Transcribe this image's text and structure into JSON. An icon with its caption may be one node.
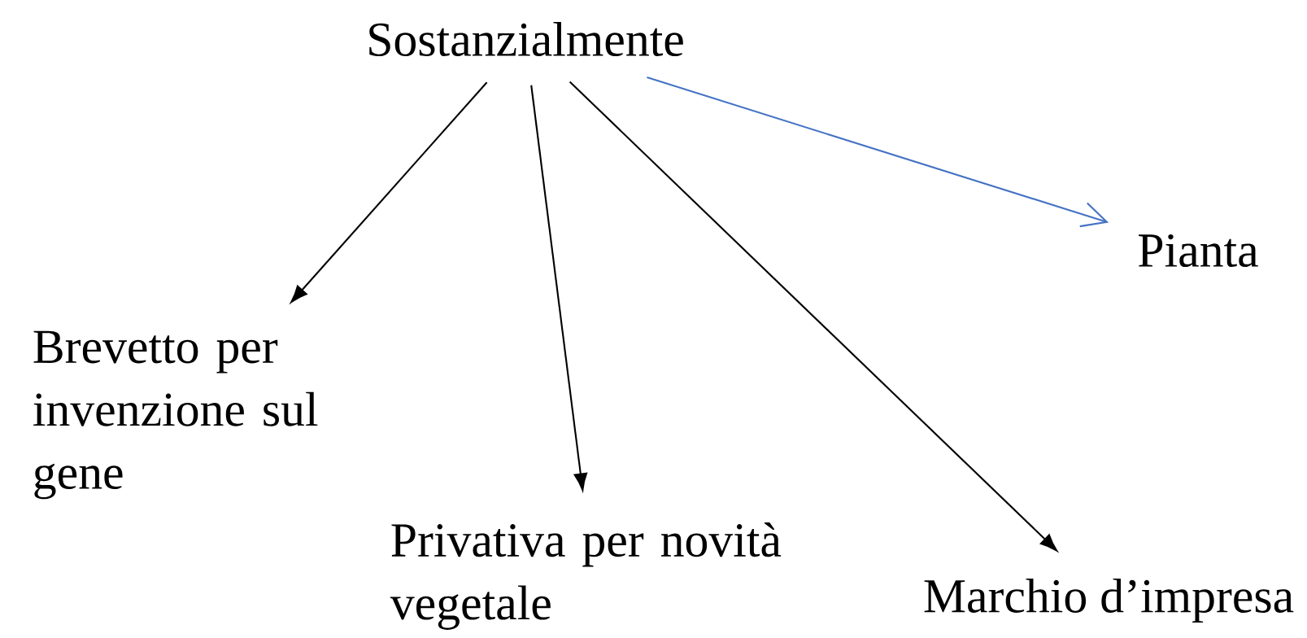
{
  "diagram": {
    "nodes": [
      {
        "text": [
          "Sostanzialmente"
        ]
      },
      {
        "text": [
          "Pianta"
        ]
      },
      {
        "text": [
          "Brevetto per invenzione sul gene"
        ]
      },
      {
        "text": [
          "Privativa per novità vegetale"
        ]
      },
      {
        "text": [
          "Marchio d’impresa"
        ]
      }
    ],
    "edges": [
      {
        "from": 0,
        "to": 2,
        "arrow": "to"
      },
      {
        "from": 0,
        "to": 3,
        "arrow": "to"
      },
      {
        "from": 0,
        "to": 4,
        "arrow": "to"
      },
      {
        "from": 0,
        "to": 1,
        "arrow": "to",
        "color": "#4472c4"
      }
    ]
  }
}
